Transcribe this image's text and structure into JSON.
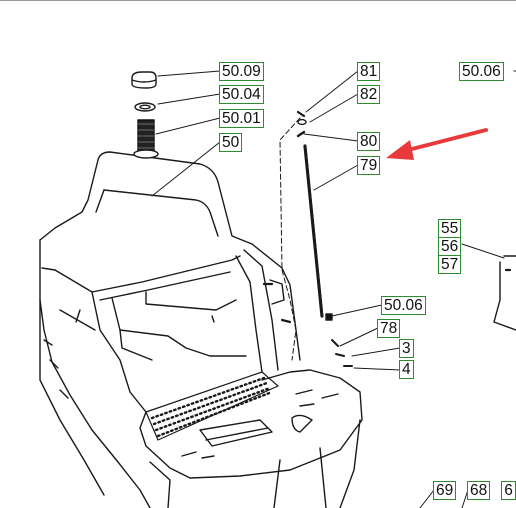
{
  "callouts": {
    "c5009": "50.09",
    "c5004": "50.04",
    "c5001": "50.01",
    "c50": "50",
    "c81": "81",
    "c82": "82",
    "c80": "80",
    "c79": "79",
    "c5006a": "50.06",
    "c55": "55",
    "c56": "56",
    "c57": "57",
    "c5006b": "50.06",
    "c78": "78",
    "c3": "3",
    "c4": "4",
    "c69": "69",
    "c68": "68",
    "c6x": "6"
  },
  "colors": {
    "callout_border": "#2e8b2e",
    "highlight_arrow": "#e83a3a",
    "line_art": "#1a1a1a"
  }
}
